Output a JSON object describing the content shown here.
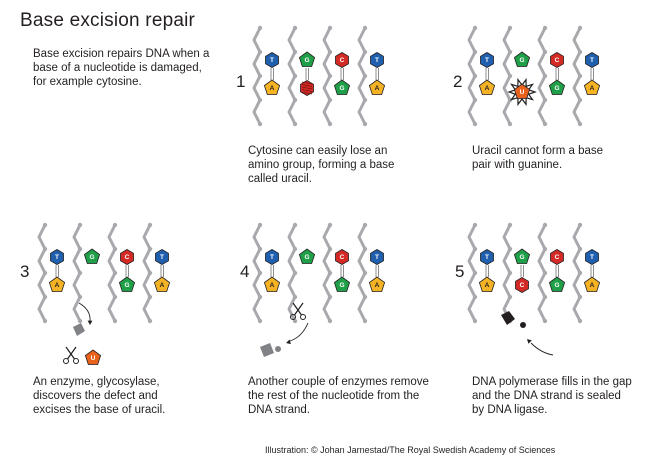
{
  "title": "Base excision repair",
  "intro": "Base excision repairs DNA when a base of a nucleotide is damaged, for example cytosine.",
  "colors": {
    "T": "#1f5fae",
    "G": "#1f9f48",
    "C": "#d42a26",
    "A": "#f4b324",
    "U": "#e8621d",
    "backbone": "#a7a9ac"
  },
  "bases": {
    "T": "T",
    "G": "G",
    "C": "C",
    "A": "A",
    "U": "U"
  },
  "steps": [
    {
      "number": "1",
      "caption": "Cytosine can easily lose an amino group, forming a base called uracil."
    },
    {
      "number": "2",
      "caption": "Uracil cannot form a base pair with guanine."
    },
    {
      "number": "3",
      "caption": "An enzyme, glycosylase, discovers the defect and excises the base of uracil."
    },
    {
      "number": "4",
      "caption": "Another couple of enzymes remove the rest of the nucleotide from the DNA strand."
    },
    {
      "number": "5",
      "caption": "DNA polymerase fills in the gap and the DNA strand is sealed by DNA ligase."
    }
  ],
  "credit": "Illustration: © Johan Jarnestad/The Royal Swedish Academy of Sciences"
}
